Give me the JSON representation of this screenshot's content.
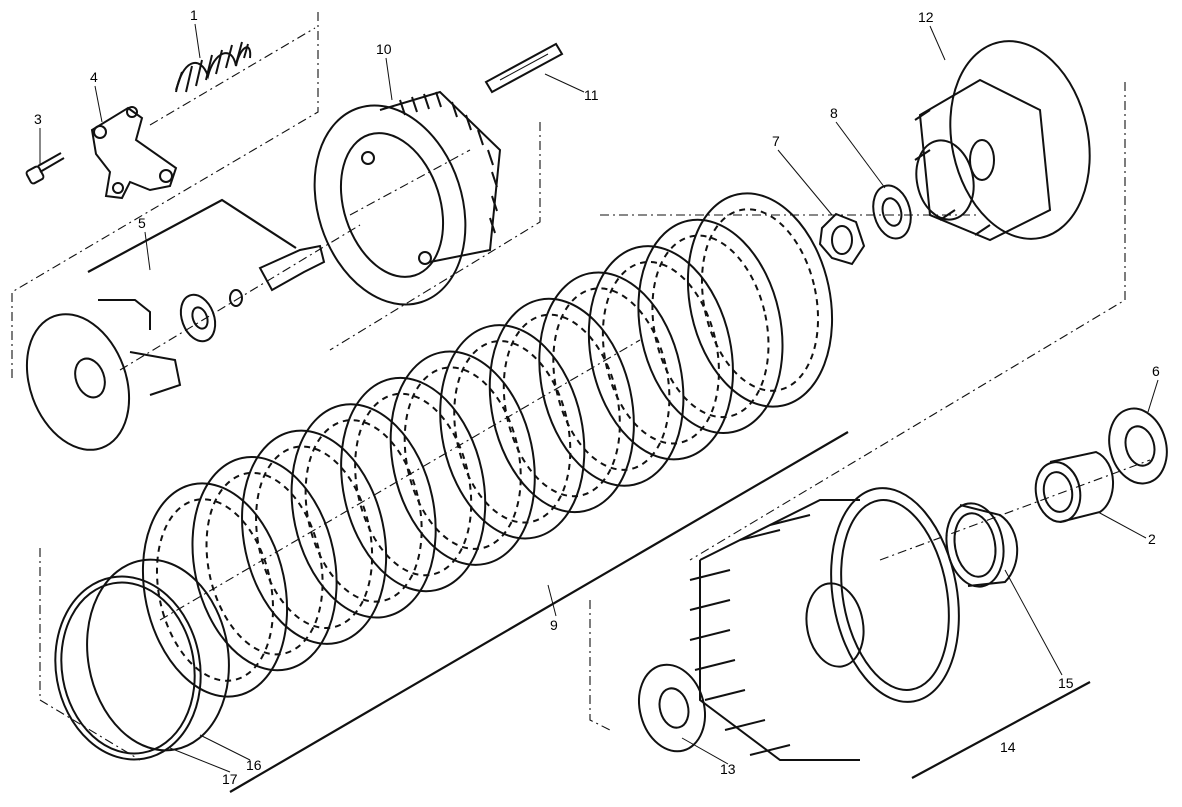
{
  "diagram": {
    "title": "",
    "labels": [
      {
        "id": "1",
        "text": "1"
      },
      {
        "id": "2",
        "text": "2"
      },
      {
        "id": "3",
        "text": "3"
      },
      {
        "id": "4",
        "text": "4"
      },
      {
        "id": "5",
        "text": "5"
      },
      {
        "id": "6",
        "text": "6"
      },
      {
        "id": "7",
        "text": "7"
      },
      {
        "id": "8",
        "text": "8"
      },
      {
        "id": "9",
        "text": "9"
      },
      {
        "id": "10",
        "text": "10"
      },
      {
        "id": "11",
        "text": "11"
      },
      {
        "id": "12",
        "text": "12"
      },
      {
        "id": "13",
        "text": "13"
      },
      {
        "id": "14",
        "text": "14"
      },
      {
        "id": "15",
        "text": "15"
      },
      {
        "id": "16",
        "text": "16"
      },
      {
        "id": "17",
        "text": "17"
      }
    ],
    "parts": [
      {
        "id": "1",
        "icon": "coil-spring-icon"
      },
      {
        "id": "2",
        "icon": "bushing-icon"
      },
      {
        "id": "3",
        "icon": "bolt-icon"
      },
      {
        "id": "4",
        "icon": "spring-plate-icon"
      },
      {
        "id": "5",
        "icon": "pushrod-bearing-assembly-icon"
      },
      {
        "id": "6",
        "icon": "washer-icon"
      },
      {
        "id": "7",
        "icon": "nut-icon"
      },
      {
        "id": "8",
        "icon": "lock-washer-icon"
      },
      {
        "id": "9",
        "icon": "clutch-disc-pack-icon"
      },
      {
        "id": "10",
        "icon": "pressure-plate-icon"
      },
      {
        "id": "11",
        "icon": "pushrod-icon"
      },
      {
        "id": "12",
        "icon": "clutch-hub-icon"
      },
      {
        "id": "13",
        "icon": "thrust-washer-icon"
      },
      {
        "id": "14",
        "icon": "clutch-housing-icon"
      },
      {
        "id": "15",
        "icon": "needle-bearing-icon"
      },
      {
        "id": "16",
        "icon": "spring-ring-icon"
      },
      {
        "id": "17",
        "icon": "circlip-icon"
      }
    ]
  }
}
